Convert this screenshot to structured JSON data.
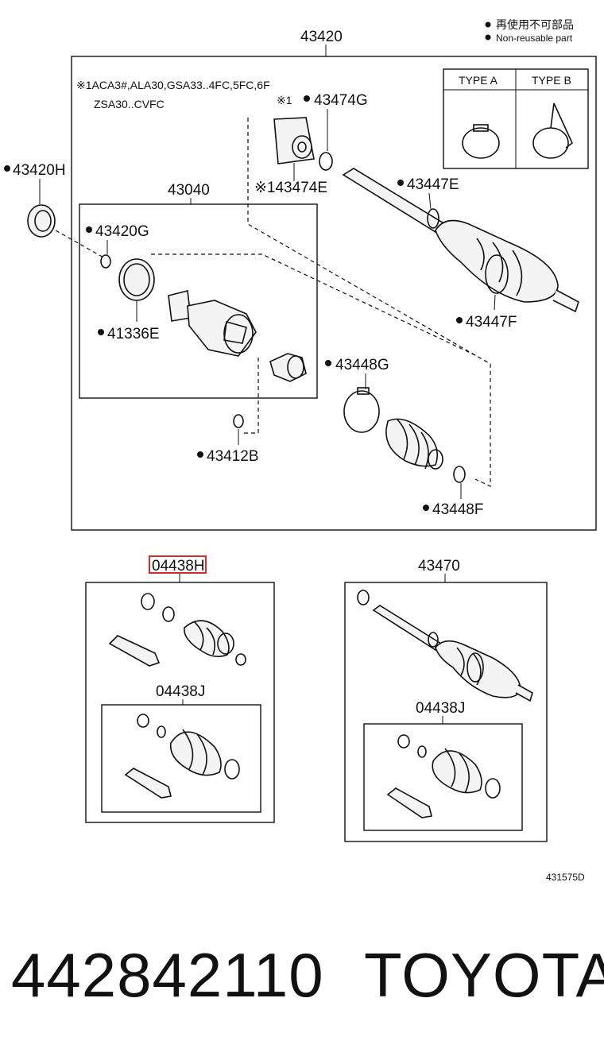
{
  "legend": {
    "non_reusable_cn": "再使用不可部品",
    "non_reusable_en": "Non-reusable part"
  },
  "main_assembly": {
    "label": "43420",
    "note_line1": "※1ACA3#,ALA30,GSA33..4FC,5FC,6F",
    "note_line2": "ZSA30..CVFC",
    "type_a": "TYPE A",
    "type_b": "TYPE B"
  },
  "parts": {
    "p43420H": "43420H",
    "p43474G": "43474G",
    "p43474G_mark": "※1",
    "p43474E": "※143474E",
    "p43040": "43040",
    "p43447E": "43447E",
    "p43420G": "43420G",
    "p41336E": "41336E",
    "p43447F": "43447F",
    "p43448G": "43448G",
    "p43412B": "43412B",
    "p43448F": "43448F"
  },
  "kits": {
    "p04438H": "04438H",
    "p04438J_left": "04438J",
    "p43470": "43470",
    "p04438J_right": "04438J"
  },
  "diagram_code": "431575D",
  "footer": {
    "part_number": "442842110",
    "brand": "TOYOTA"
  }
}
